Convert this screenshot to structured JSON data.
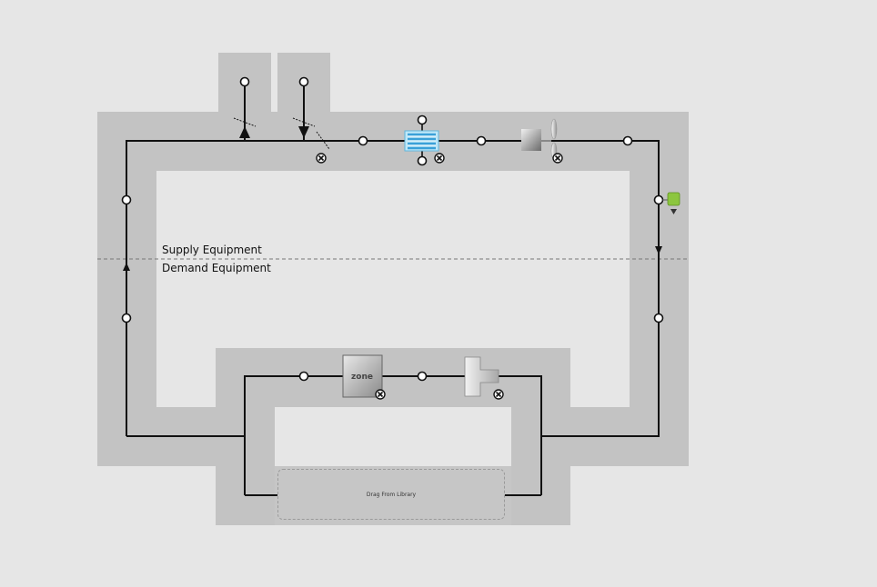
{
  "labels": {
    "supply": "Supply Equipment",
    "demand": "Demand Equipment",
    "drop_target": "Drag From Library",
    "zone": "zone"
  },
  "icons": {
    "oa_return": "damper-arrow-icon",
    "oa_supply": "damper-arrow-icon",
    "relief_damper": "relief-damper-icon",
    "cooling_coil": "cooling-coil-icon",
    "fan": "fan-icon",
    "setpoint_manager": "setpoint-manager-icon",
    "thermal_zone": "thermal-zone-icon",
    "terminal": "air-terminal-icon",
    "remove": "remove-icon"
  },
  "colors": {
    "background": "#e6e6e6",
    "band": "#c3c3c3",
    "line": "#111111",
    "coil": "#7fd0f0",
    "setpoint": "#8cc63f"
  }
}
